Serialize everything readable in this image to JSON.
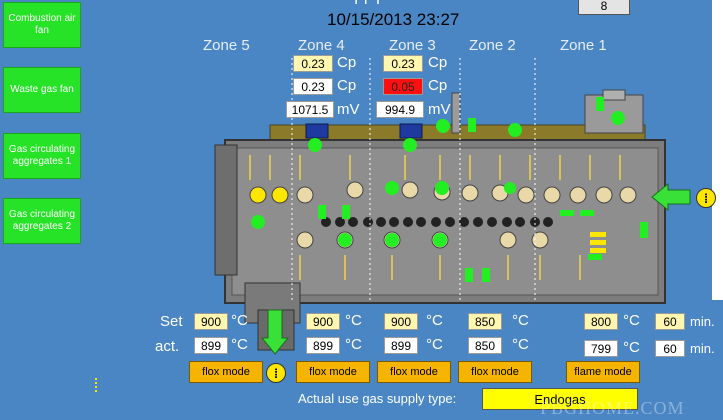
{
  "header": {
    "title_fragment": "ITT",
    "datetime": "10/15/2013 23:27",
    "page_button": "8"
  },
  "nav": [
    {
      "label": "Combustion air fan"
    },
    {
      "label": "Waste gas fan"
    },
    {
      "label": "Gas circulating aggregates 1"
    },
    {
      "label": "Gas circulating aggregates 2"
    }
  ],
  "zones": [
    "Zone 5",
    "Zone 4",
    "Zone 3",
    "Zone 2",
    "Zone 1"
  ],
  "carbon": {
    "zone4": {
      "cp_set": "0.23",
      "cp_act": "0.23",
      "mv": "1071.5"
    },
    "zone3": {
      "cp_set": "0.23",
      "cp_act": "0.05",
      "mv": "994.9"
    },
    "unit_cp": "Cp",
    "unit_mv": "mV"
  },
  "rows": {
    "set_label": "Set",
    "act_label": "act."
  },
  "temps": {
    "zone5": {
      "set": "900",
      "act": "899"
    },
    "zone4": {
      "set": "900",
      "act": "899"
    },
    "zone3": {
      "set": "900",
      "act": "899"
    },
    "zone2": {
      "set": "850",
      "act": "850"
    },
    "zone1": {
      "set": "800",
      "act": "799",
      "min_set": "60",
      "min_act": "60"
    },
    "unit_c": "°C",
    "unit_min": "min."
  },
  "modes": [
    "flox mode",
    "flox mode",
    "flox mode",
    "flox mode",
    "flame mode"
  ],
  "supply": {
    "label": "Actual use gas supply type:",
    "value": "Endogas"
  },
  "watermark": "PBGHOME.COM",
  "colors": {
    "background": "#4a86c4",
    "green": "#27e327",
    "yellow": "#fff6b0",
    "mode": "#f5b400",
    "alarm": "#ff1010"
  }
}
